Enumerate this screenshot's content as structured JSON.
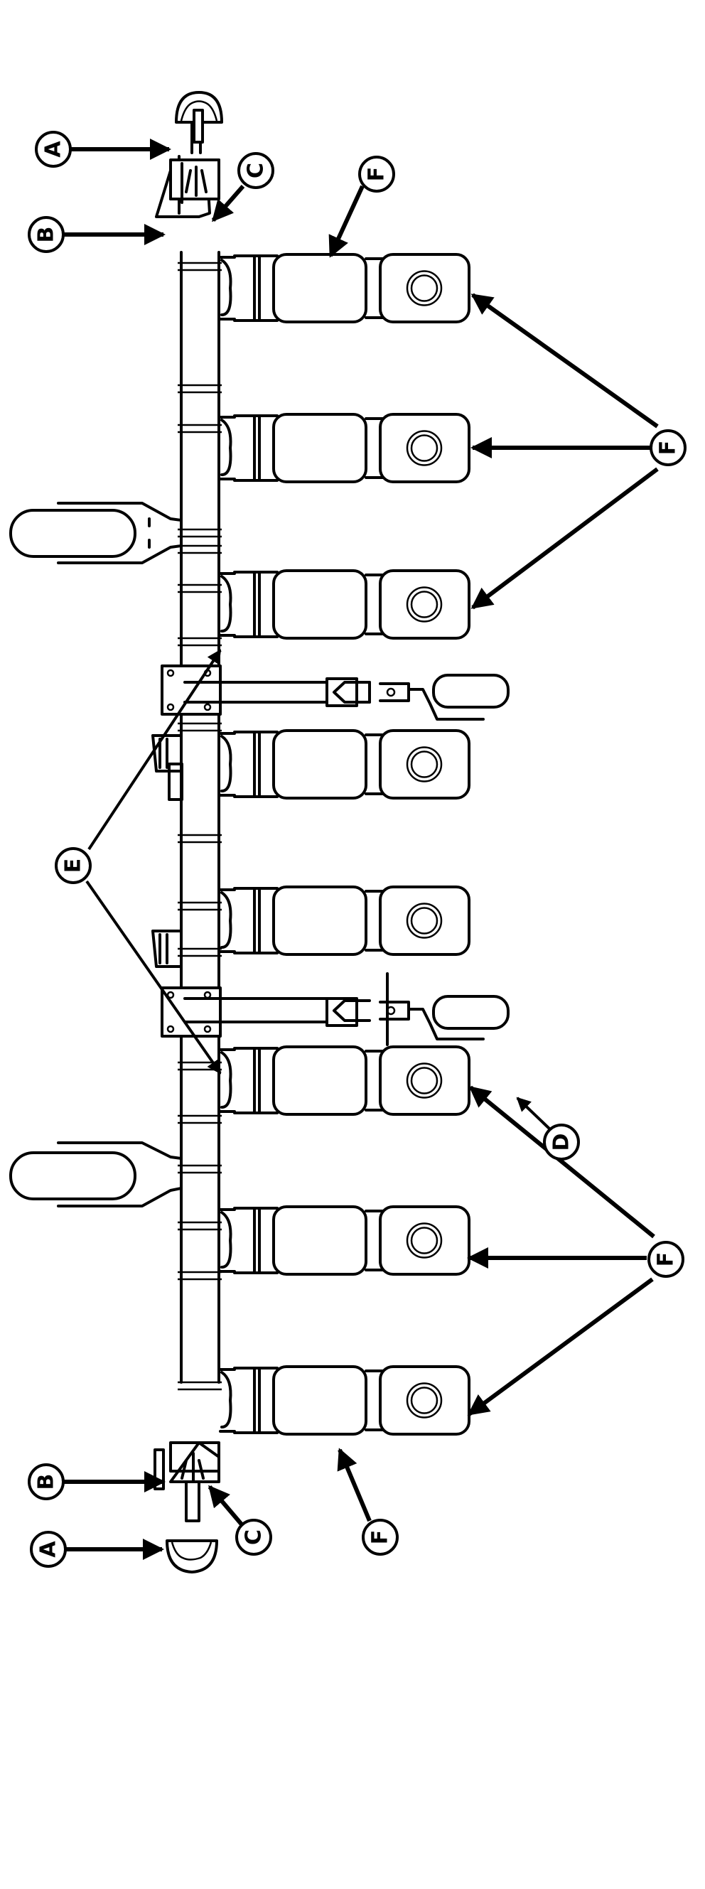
{
  "diagram": {
    "subject": "Planter toolbar with row units (top view, rotated 90°)",
    "background": "#ffffff",
    "line_color": "#000000",
    "row_unit_count": 8,
    "gauge_wheel_count": 2,
    "marker_arm_count": 2
  },
  "callouts": {
    "A_top": {
      "label": "A",
      "name": "callout-a-top"
    },
    "A_bottom": {
      "label": "A",
      "name": "callout-a-bottom"
    },
    "B_top": {
      "label": "B",
      "name": "callout-b-top"
    },
    "B_bottom": {
      "label": "B",
      "name": "callout-b-bottom"
    },
    "C_top": {
      "label": "C",
      "name": "callout-c-top"
    },
    "C_bottom": {
      "label": "C",
      "name": "callout-c-bottom"
    },
    "D": {
      "label": "D",
      "name": "callout-d"
    },
    "E": {
      "label": "E",
      "name": "callout-e"
    },
    "F_top": {
      "label": "F",
      "name": "callout-f-top"
    },
    "F_bottom": {
      "label": "F",
      "name": "callout-f-bottom"
    },
    "F_right_upper": {
      "label": "F",
      "name": "callout-f-right-upper"
    },
    "F_right_lower": {
      "label": "F",
      "name": "callout-f-right-lower"
    }
  }
}
